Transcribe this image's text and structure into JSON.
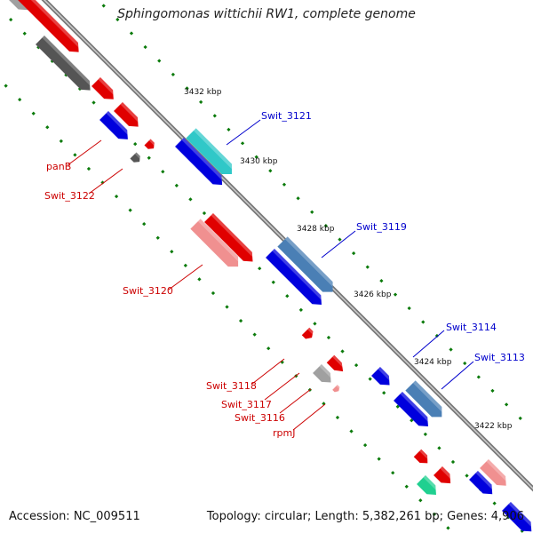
{
  "header": {
    "title": "Sphingomonas wittichii RW1, complete genome"
  },
  "footer": {
    "accession": "Accession: NC_009511",
    "topology": "Topology: circular; Length: 5,382,261 bp; Genes: 4,906"
  },
  "colors": {
    "forward_cds": "#e00000",
    "reverse_cds": "#0000dd",
    "pink_gene": "#f09090",
    "steel_gene": "#4a7fb5",
    "cyan_gene": "#30c8c8",
    "grey_gene": "#a0a0a0",
    "darkgrey_gene": "#555555",
    "green_gene": "#20d090",
    "backbone": "#888888",
    "tick": "#0a7a0a",
    "forward_label": "#cc0000",
    "reverse_label": "#0000cc"
  },
  "scale_labels": [
    "3432 kbp",
    "3430 kbp",
    "3428 kbp",
    "3426 kbp",
    "3424 kbp",
    "3422 kbp"
  ],
  "gene_labels": {
    "reverse": [
      "Swit_3121",
      "Swit_3119",
      "Swit_3114",
      "Swit_3113"
    ],
    "forward": [
      "panB",
      "Swit_3122",
      "Swit_3120",
      "Swit_3118",
      "Swit_3117",
      "Swit_3116",
      "rpmJ"
    ]
  }
}
